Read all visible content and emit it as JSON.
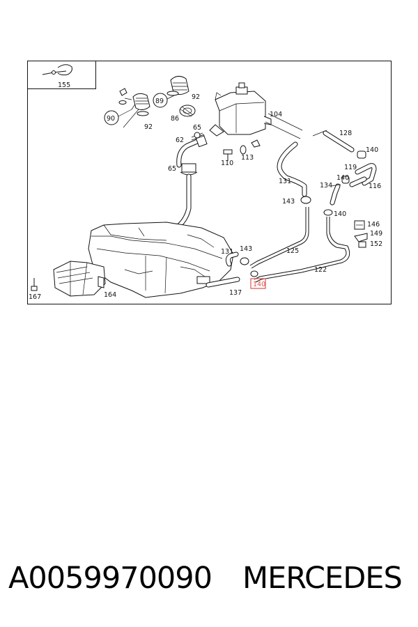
{
  "labels": {
    "l155": "155",
    "l90": "90",
    "l92a": "92",
    "l92b": "92",
    "l89": "89",
    "l86": "86",
    "l104": "104",
    "l65a": "65",
    "l62": "62",
    "l65b": "65",
    "l110": "110",
    "l113": "113",
    "l128": "128",
    "l140a": "140",
    "l119": "119",
    "l140b": "140",
    "l116": "116",
    "l131a": "131",
    "l134": "134",
    "l143a": "143",
    "l140c": "140",
    "l146": "146",
    "l149": "149",
    "l152": "152",
    "l131b": "131",
    "l143b": "143",
    "l125": "125",
    "l122": "122",
    "l137": "137",
    "l140d": "140",
    "l167": "167",
    "l164": "164"
  },
  "highlight_color": "#e0524f",
  "footer": {
    "part_number": "A0059970090",
    "brand": "MERCEDES"
  }
}
